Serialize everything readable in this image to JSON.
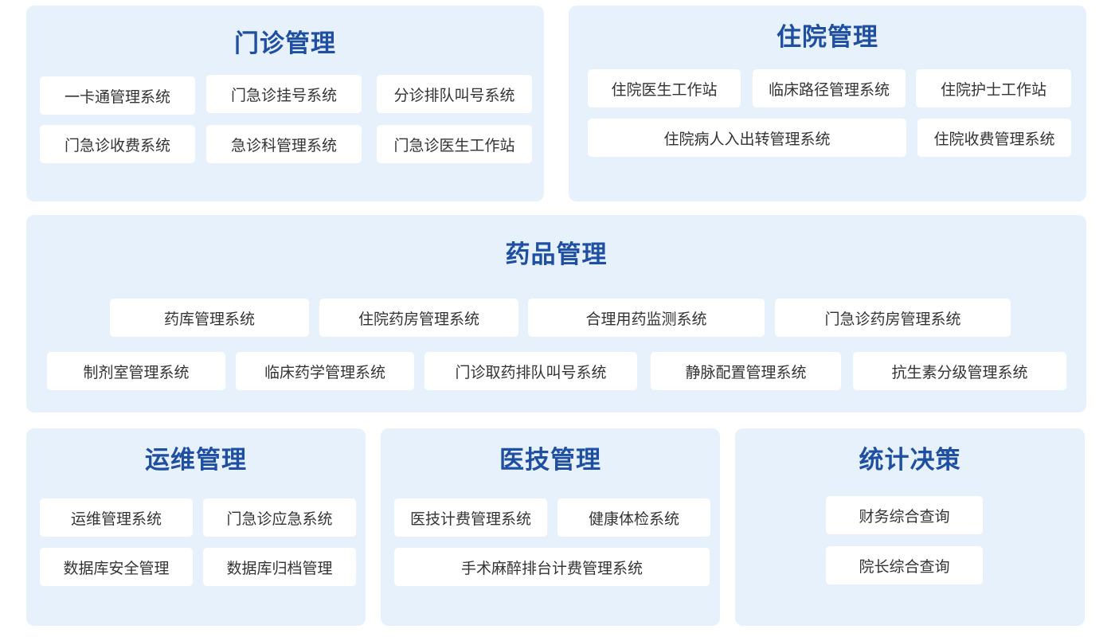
{
  "outpatient": {
    "title": "门诊管理",
    "items": [
      "一卡通管理系统",
      "门急诊挂号系统",
      "分诊排队叫号系统",
      "门急诊收费系统",
      "急诊科管理系统",
      "门急诊医生工作站"
    ]
  },
  "inpatient": {
    "title": "住院管理",
    "items": [
      "住院医生工作站",
      "临床路径管理系统",
      "住院护士工作站",
      "住院病人入出转管理系统",
      "住院收费管理系统"
    ]
  },
  "pharmacy": {
    "title": "药品管理",
    "items": [
      "药库管理系统",
      "住院药房管理系统",
      "合理用药监测系统",
      "门急诊药房管理系统",
      "制剂室管理系统",
      "临床药学管理系统",
      "门诊取药排队叫号系统",
      "静脉配置管理系统",
      "抗生素分级管理系统"
    ]
  },
  "operations": {
    "title": "运维管理",
    "items": [
      "运维管理系统",
      "门急诊应急系统",
      "数据库安全管理",
      "数据库归档管理"
    ]
  },
  "medtech": {
    "title": "医技管理",
    "items": [
      "医技计费管理系统",
      "健康体检系统",
      "手术麻醉排台计费管理系统"
    ]
  },
  "statistics": {
    "title": "统计决策",
    "items": [
      "财务综合查询",
      "院长综合查询"
    ]
  }
}
